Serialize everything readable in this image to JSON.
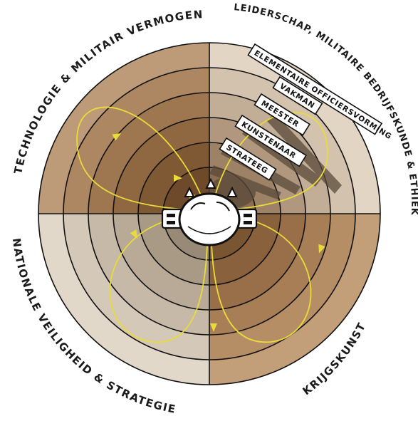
{
  "quadrants": [
    {
      "id": "top-left",
      "label": "TECHNOLOGIE & MILITAIR VERMOGEN"
    },
    {
      "id": "top-right",
      "label": "LEIDERSCHAP, MILITAIRE BEDRIJFSKUNDE & ETHIEK"
    },
    {
      "id": "bottom-left",
      "label": "NATIONALE VEILIGHEID & STRATEGIE"
    },
    {
      "id": "bottom-right",
      "label": "KRIJGSKUNST"
    }
  ],
  "levels": [
    {
      "label": "ELEMENTAIRE OFFICIERSVORMING"
    },
    {
      "label": "VAKMAN"
    },
    {
      "label": "MEESTER"
    },
    {
      "label": "KUNSTENAAR"
    },
    {
      "label": "STRATEEG"
    }
  ],
  "colors": {
    "top_left": [
      "#6e4a2a",
      "#7f5834",
      "#8f6740",
      "#9e7650",
      "#ad8762",
      "#bd9b78"
    ],
    "top_right": [
      "#8a6c50",
      "#9d8266",
      "#b0977e",
      "#c2ad96",
      "#d3c2ae",
      "#e2d5c4"
    ],
    "bottom_left": [
      "#998a77",
      "#a99a86",
      "#b8aa97",
      "#c6b9a7",
      "#d4c8b8",
      "#e2d8c9"
    ],
    "bottom_right": [
      "#7a5532",
      "#89613c",
      "#986f48",
      "#a77e56",
      "#b58e66",
      "#c39f79"
    ],
    "loop": "#e8dc3a",
    "outline": "#111111"
  },
  "center_icon": "helmet-icon"
}
